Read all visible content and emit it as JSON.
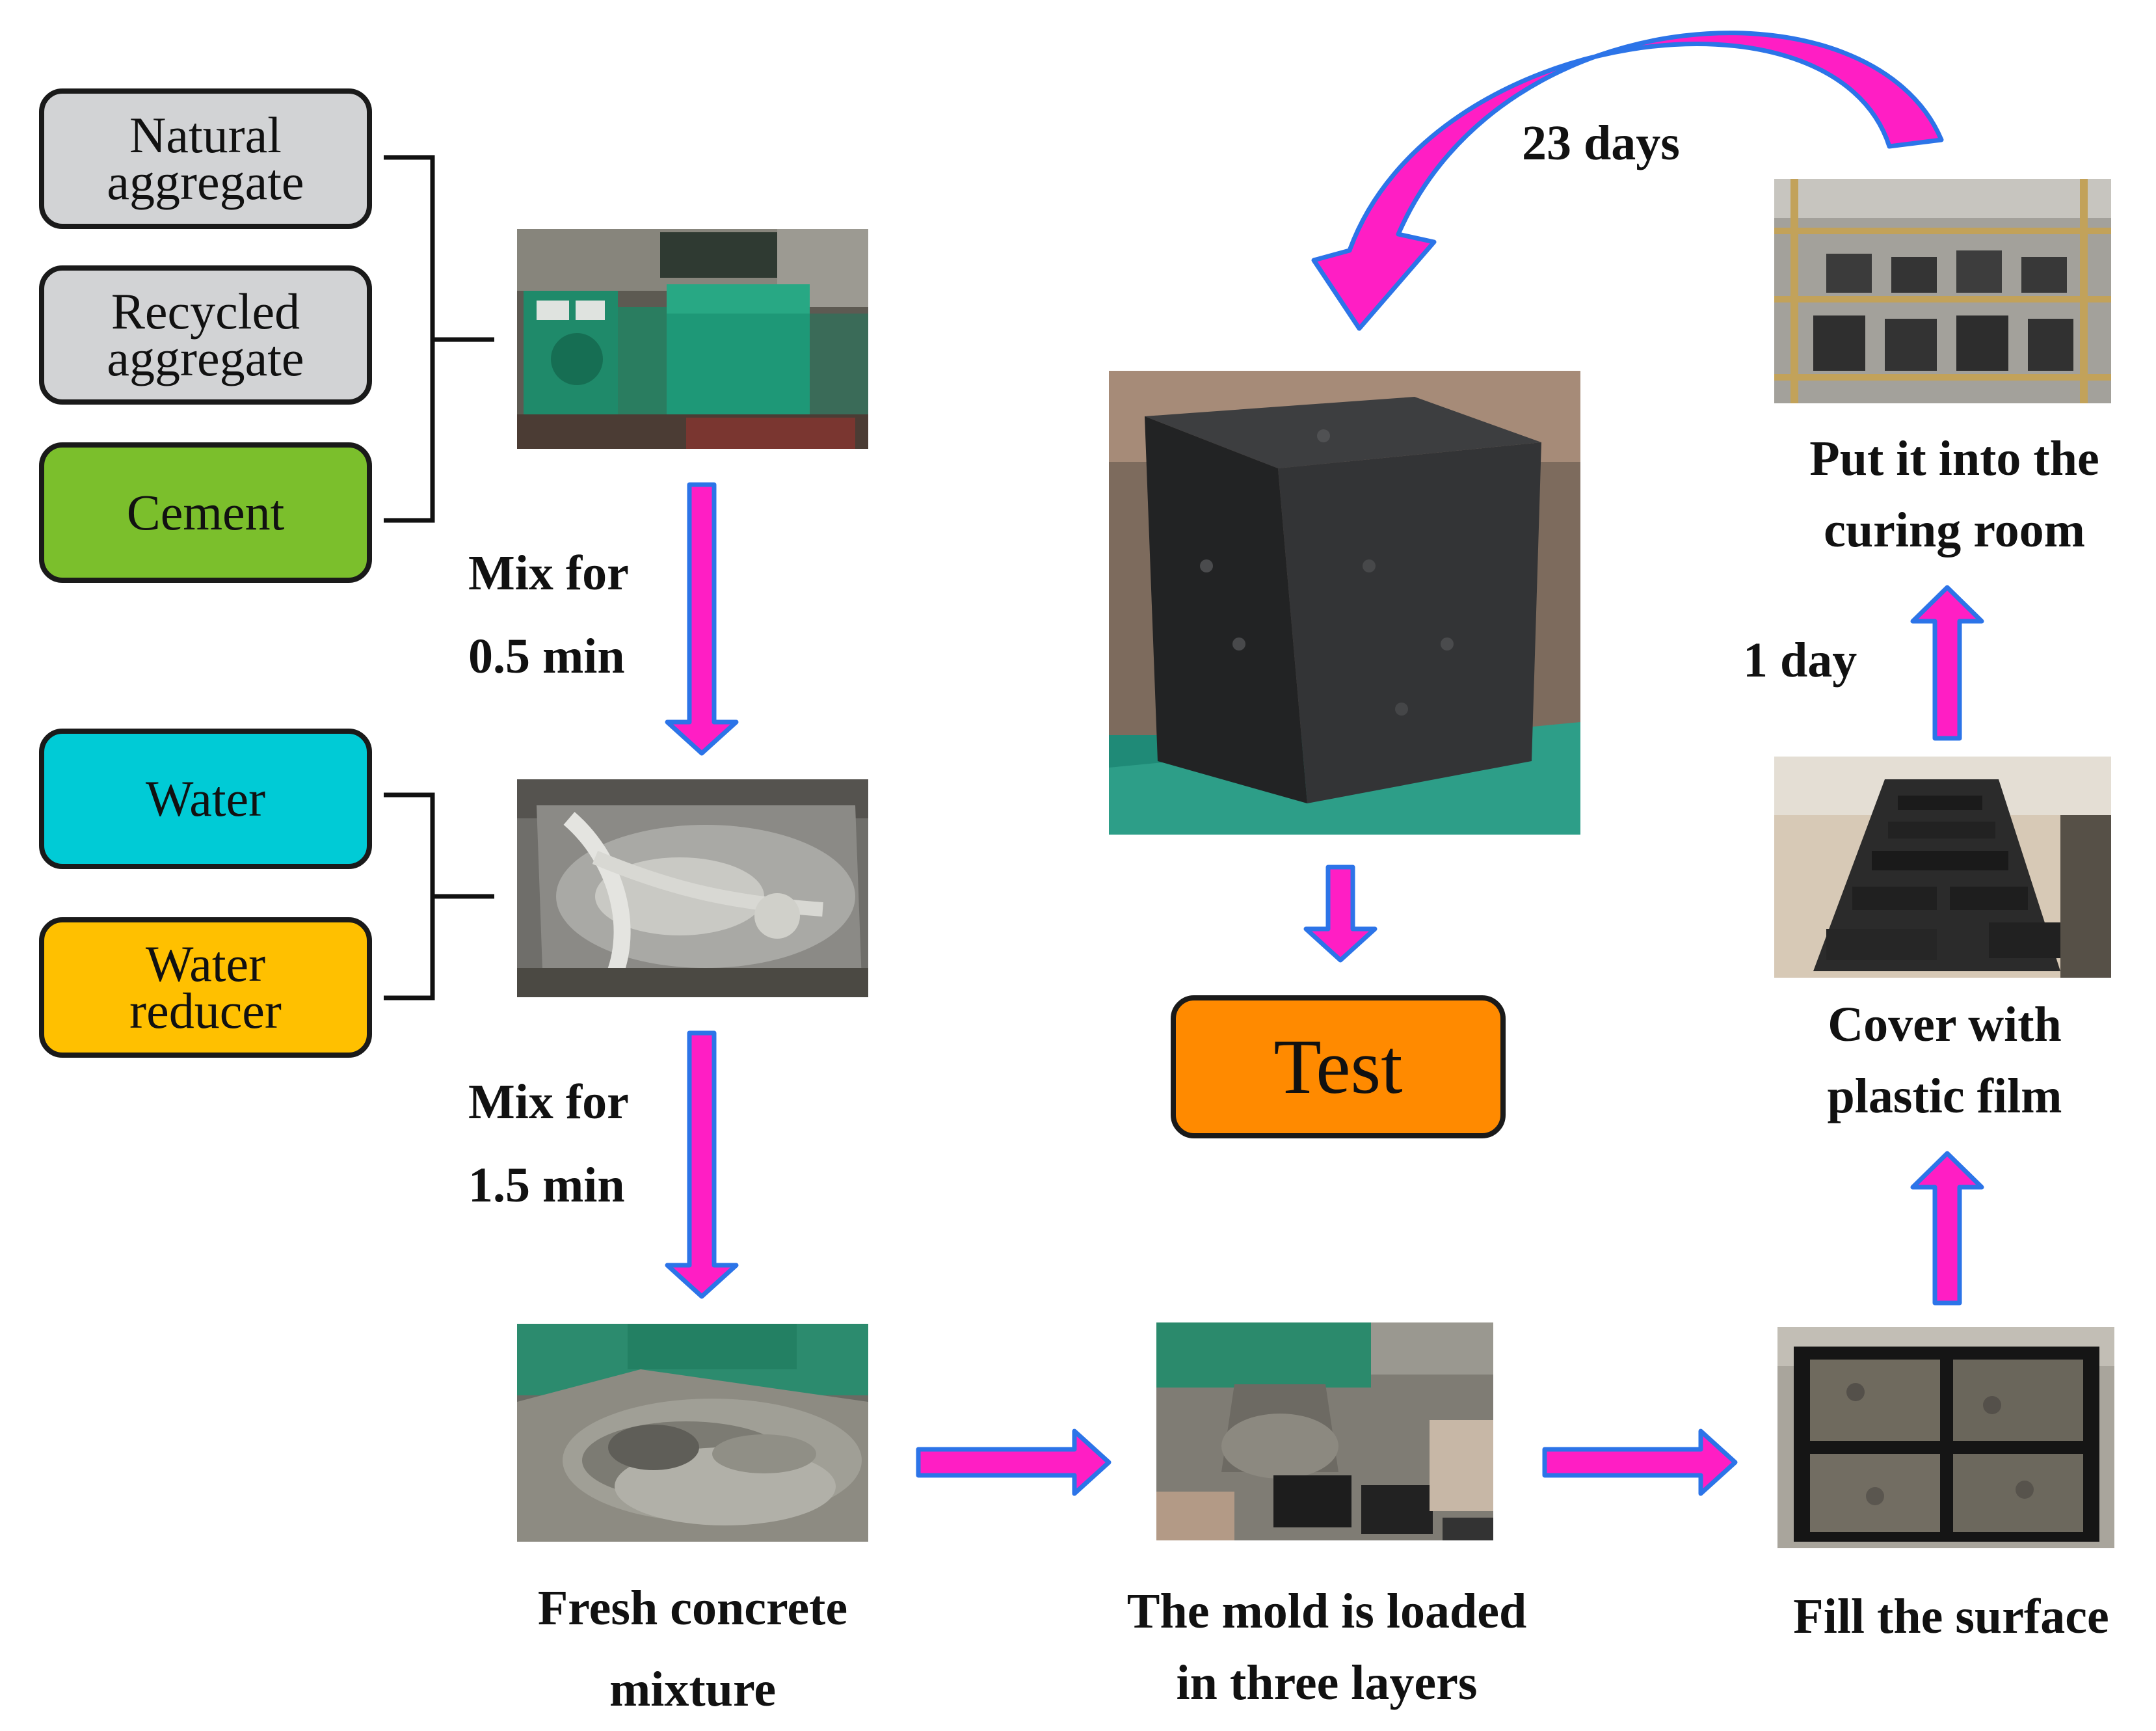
{
  "inputs": {
    "natural_aggregate": [
      "Natural",
      "aggregate"
    ],
    "recycled_aggregate": [
      "Recycled",
      "aggregate"
    ],
    "cement": "Cement",
    "water": "Water",
    "water_reducer": [
      "Water",
      "reducer"
    ]
  },
  "steps": {
    "mix1": [
      "Mix for",
      "0.5 min"
    ],
    "mix2": [
      "Mix for",
      "1.5 min"
    ],
    "fresh": [
      "Fresh concrete",
      "mixture"
    ],
    "mold": [
      "The mold is loaded",
      "in three layers"
    ],
    "fill": "Fill the surface",
    "cover": [
      "Cover with",
      "plastic film"
    ],
    "one_day": "1 day",
    "curing": [
      "Put it into the",
      "curing room"
    ],
    "days23": "23 days",
    "test": "Test"
  },
  "colors": {
    "gray_box": "#d2d3d5",
    "cement_box": "#7bbf2c",
    "water_box": "#00cbd6",
    "reducer_box": "#ffc000",
    "test_box": "#ff8a00",
    "arrow_fill": "#ff1ec4",
    "arrow_edge": "#2c74e8"
  }
}
